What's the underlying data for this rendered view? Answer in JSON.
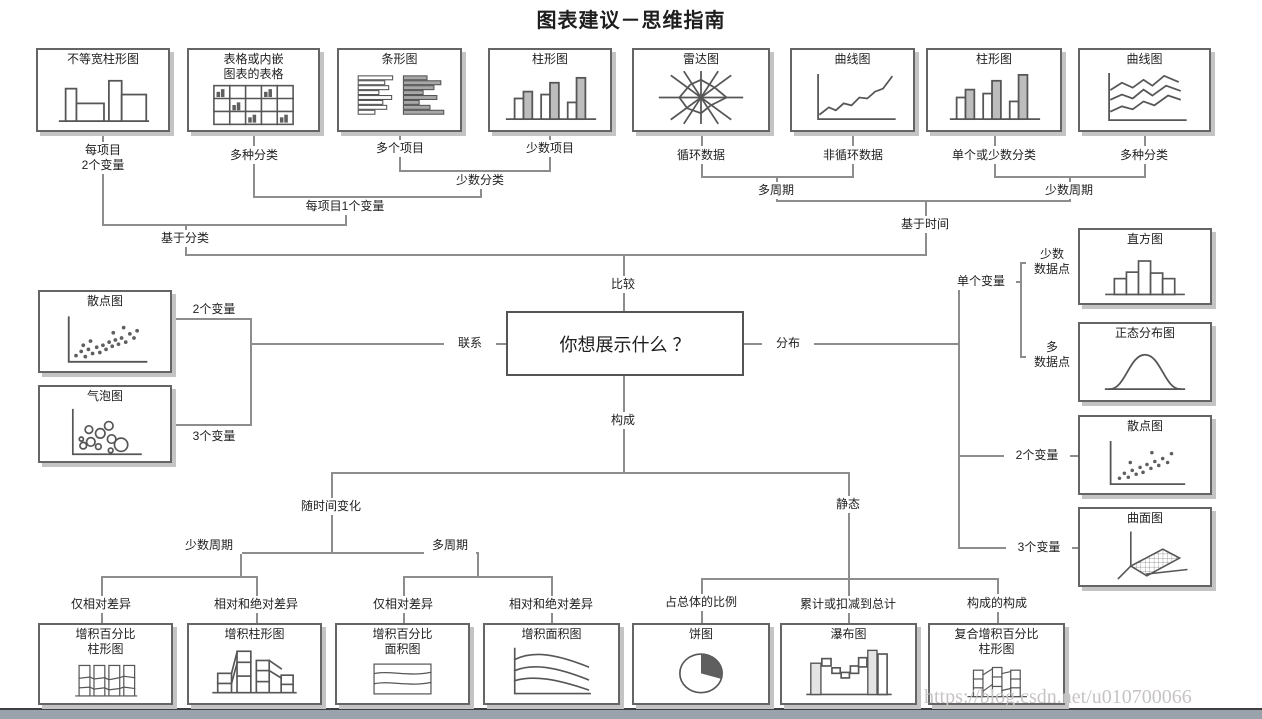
{
  "title": "图表建议－思维指南",
  "watermark": "https://blog.csdn.net/u010700066",
  "center": {
    "question": "你想展示什么 ？",
    "compare": "比较",
    "relation": "联系",
    "distribution": "分布",
    "composition": "构成"
  },
  "junctions": {
    "per_item_2_vars": "每项目\n2个变量",
    "many_categories_left": "多种分类",
    "many_items": "多个项目",
    "few_items": "少数项目",
    "few_categories": "少数分类",
    "per_item_1_var": "每项目1个变量",
    "category_based": "基于分类",
    "cyclical_data": "循环数据",
    "non_cyclical_data": "非循环数据",
    "single_or_few_categories": "单个或少数分类",
    "many_categories_right": "多种分类",
    "many_periods": "多周期",
    "few_periods": "少数周期",
    "time_based": "基于时间",
    "two_vars_left": "2个变量",
    "three_vars_left": "3个变量",
    "single_variable": "单个变量",
    "few_data_points": "少数\n数据点",
    "many_data_points": "多\n数据点",
    "two_vars_right": "2个变量",
    "three_vars_right": "3个变量",
    "changing_over_time": "随时间变化",
    "static": "静态",
    "few_periods_bottom": "少数周期",
    "many_periods_bottom": "多周期",
    "relative_diff_only_1": "仅相对差异",
    "relative_and_absolute_diff_1": "相对和绝对差异",
    "relative_diff_only_2": "仅相对差异",
    "relative_and_absolute_diff_2": "相对和绝对差异",
    "share_of_total": "占总体的比例",
    "accumulation_to_total": "累计或扣减到总计",
    "components_of_components": "构成的构成"
  },
  "boxes": {
    "top": [
      {
        "title": "不等宽柱形图",
        "icon": "variable-width-column-chart-icon"
      },
      {
        "title": "表格或内嵌\n图表的表格",
        "icon": "table-with-embedded-charts-icon"
      },
      {
        "title": "条形图",
        "icon": "bar-chart-icon"
      },
      {
        "title": "柱形图",
        "icon": "column-chart-icon"
      },
      {
        "title": "雷达图",
        "icon": "radar-chart-icon"
      },
      {
        "title": "曲线图",
        "icon": "line-chart-icon"
      },
      {
        "title": "柱形图",
        "icon": "column-chart-icon"
      },
      {
        "title": "曲线图",
        "icon": "multi-line-chart-icon"
      }
    ],
    "left": [
      {
        "title": "散点图",
        "icon": "scatter-plot-icon"
      },
      {
        "title": "气泡图",
        "icon": "bubble-chart-icon"
      }
    ],
    "right": [
      {
        "title": "直方图",
        "icon": "histogram-icon"
      },
      {
        "title": "正态分布图",
        "icon": "normal-distribution-icon"
      },
      {
        "title": "散点图",
        "icon": "scatter-plot-icon"
      },
      {
        "title": "曲面图",
        "icon": "surface-chart-icon"
      }
    ],
    "bottom": [
      {
        "title": "增积百分比\n柱形图",
        "icon": "stacked-100-column-chart-icon"
      },
      {
        "title": "增积柱形图",
        "icon": "stacked-column-chart-icon"
      },
      {
        "title": "增积百分比\n面积图",
        "icon": "stacked-100-area-chart-icon"
      },
      {
        "title": "增积面积图",
        "icon": "stacked-area-chart-icon"
      },
      {
        "title": "饼图",
        "icon": "pie-chart-icon"
      },
      {
        "title": "瀑布图",
        "icon": "waterfall-chart-icon"
      },
      {
        "title": "复合增积百分比\n柱形图",
        "icon": "compound-stacked-100-column-chart-icon"
      }
    ]
  },
  "colors": {
    "line": "#8d8d8d",
    "box_border": "#656565",
    "box_shadow": "#c4c4c4",
    "bar_fill": "#bdbdbd",
    "watermark_text": "#c7c3c3",
    "bottom_bar": "#9aa2ab"
  }
}
